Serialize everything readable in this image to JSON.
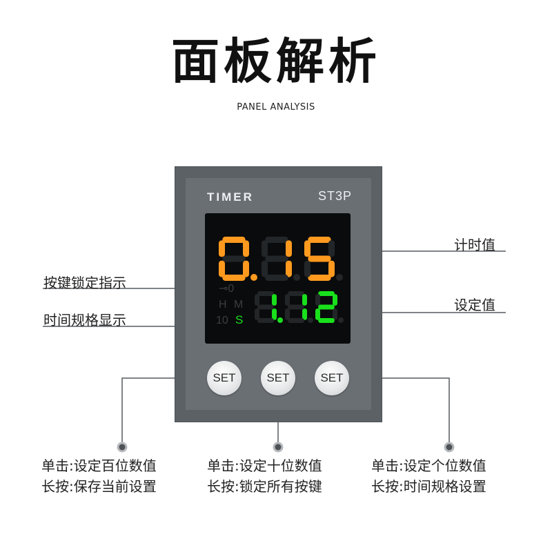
{
  "page": {
    "title": "面板解析",
    "subtitle": "PANEL ANALYSIS"
  },
  "device": {
    "brand": "TIMER",
    "model": "ST3P",
    "upper_display": {
      "digits": [
        "0",
        "1",
        "5"
      ],
      "decimal_after": 0,
      "color": "#ff9a1f"
    },
    "lower_display": {
      "digits": [
        "1",
        "1",
        "2"
      ],
      "decimal_after": 0,
      "color": "#19e01c"
    },
    "lock_symbol": "⊸0",
    "unit_h": "H",
    "unit_m": "M",
    "unit_10": "10",
    "unit_s": "S",
    "buttons": [
      "SET",
      "SET",
      "SET"
    ]
  },
  "annotations": {
    "left": [
      "按键锁定指示",
      "时间规格显示"
    ],
    "right": [
      "计时值",
      "设定值"
    ]
  },
  "button_descriptions": [
    {
      "click": "单击:设定百位数值",
      "hold": "长按:保存当前设置"
    },
    {
      "click": "单击:设定十位数值",
      "hold": "长按:锁定所有按键"
    },
    {
      "click": "单击:设定个位数值",
      "hold": "长按:时间规格设置"
    }
  ],
  "colors": {
    "line": "#555a60",
    "active_led_orange": "#ff9a1f",
    "active_led_green": "#19e01c"
  }
}
